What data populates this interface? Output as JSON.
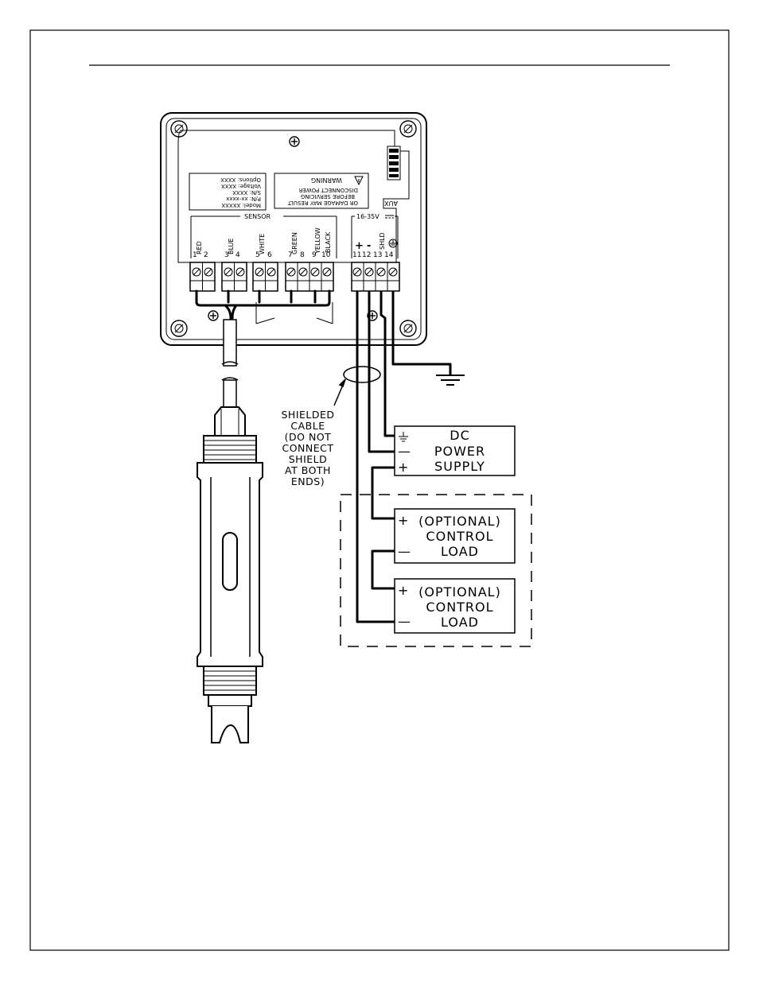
{
  "warning_label": {
    "title": "WARNING",
    "line1": "DISCONNECT POWER",
    "line2": "BEFORE SERVICING",
    "line3": "OR DAMAGE MAY RESULT"
  },
  "nameplate": {
    "model": "Model:  XXXXX",
    "pn": "P/N:  xx-xxxx",
    "sn": "S/N:  XXXX",
    "voltage": "Voltage:  XXXX",
    "options": "Options:  XXXX"
  },
  "aux_label": "AUX",
  "sensor_label": "SENSOR",
  "power_range": "16-35V",
  "terminals": [
    "1",
    "2",
    "3",
    "4",
    "5",
    "6",
    "7",
    "8",
    "9",
    "10",
    "11",
    "12",
    "13",
    "14"
  ],
  "wire_colors": {
    "red": "RED",
    "blue": "BLUE",
    "white": "WHITE",
    "green": "GREEN",
    "yellow": "YELLOW",
    "black": "BLACK",
    "plus": "+",
    "minus": "-",
    "shld": "SHLD",
    "ground": "⏚"
  },
  "shielded_note": [
    "SHIELDED",
    "CABLE",
    "(DO NOT",
    "CONNECT",
    "SHIELD",
    "AT BOTH",
    "ENDS)"
  ],
  "power_supply": {
    "line1": "DC",
    "line2": "POWER",
    "line3": "SUPPLY",
    "plus": "+",
    "minus": "—"
  },
  "load1": {
    "line1": "(OPTIONAL)",
    "line2": "CONTROL",
    "line3": "LOAD",
    "plus": "+",
    "minus": "—"
  },
  "load2": {
    "line1": "(OPTIONAL)",
    "line2": "CONTROL",
    "line3": "LOAD",
    "plus": "+",
    "minus": "—"
  }
}
